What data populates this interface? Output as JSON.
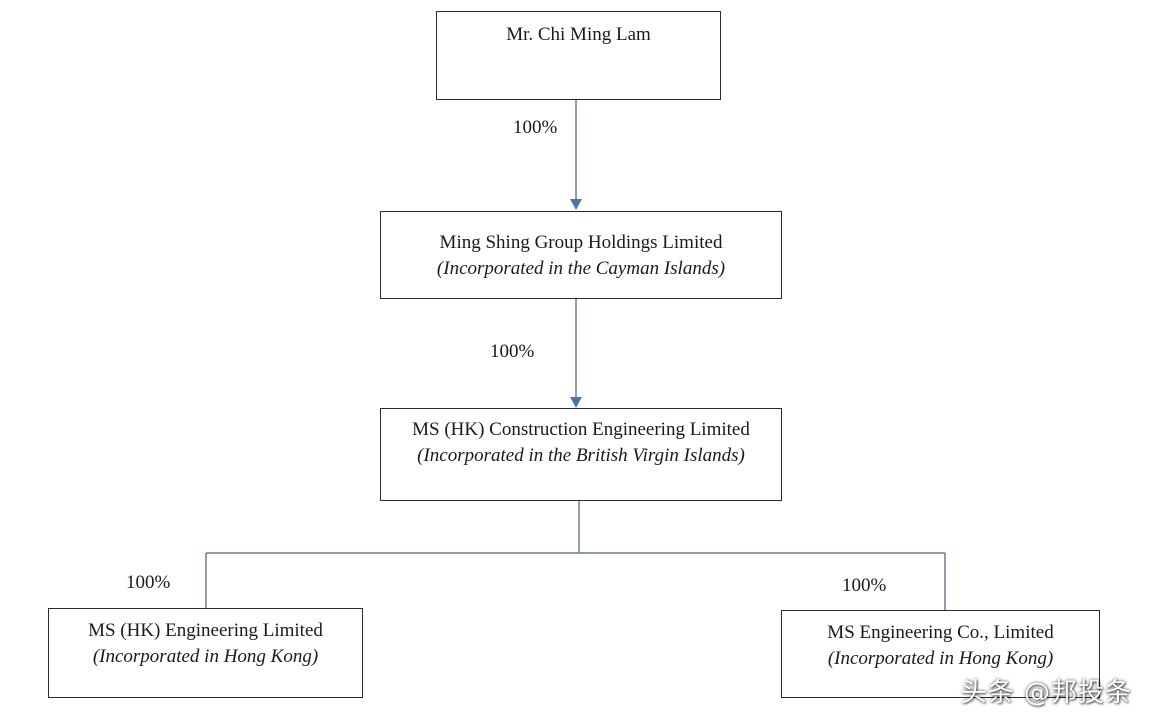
{
  "nodes": {
    "owner": {
      "name": "Mr. Chi Ming Lam"
    },
    "holdings": {
      "name": "Ming Shing Group Holdings Limited",
      "incorporation": "(Incorporated in the Cayman Islands)"
    },
    "construction": {
      "name": "MS (HK) Construction Engineering Limited",
      "incorporation": "(Incorporated in the British Virgin Islands)"
    },
    "hk_engineering": {
      "name": "MS (HK) Engineering Limited",
      "incorporation": "(Incorporated in Hong Kong)"
    },
    "ms_engineering": {
      "name": "MS Engineering Co., Limited",
      "incorporation": "(Incorporated in Hong Kong)"
    }
  },
  "ownership": {
    "owner_to_holdings": "100%",
    "holdings_to_construction": "100%",
    "construction_to_hk_engineering": "100%",
    "construction_to_ms_engineering": "100%"
  },
  "watermark": "头条 @邦投条",
  "colors": {
    "line": "#6b7c8f",
    "arrow": "#4a79a8",
    "border": "#2a2a2a"
  }
}
